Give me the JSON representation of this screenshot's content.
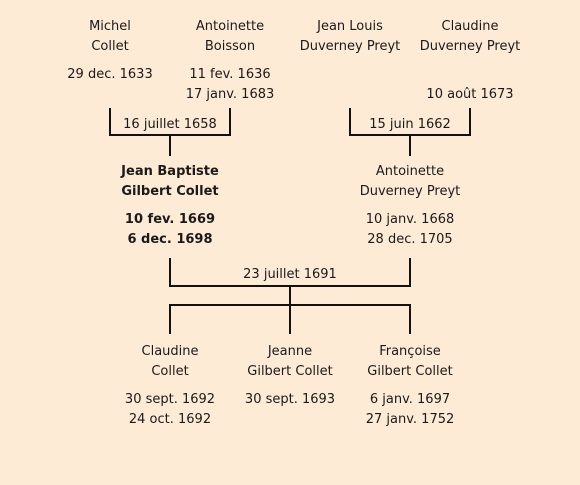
{
  "grandparents": [
    {
      "line1": "Michel",
      "line2": "Collet",
      "date1": "29 dec. 1633",
      "date2": ""
    },
    {
      "line1": "Antoinette",
      "line2": "Boisson",
      "date1": "11 fev. 1636",
      "date2": "17 janv. 1683"
    },
    {
      "line1": "Jean Louis",
      "line2": "Duverney Preyt",
      "date1": "",
      "date2": ""
    },
    {
      "line1": "Claudine",
      "line2": "Duverney Preyt",
      "date1": "",
      "date2": "10 août 1673"
    }
  ],
  "marriages": {
    "left": "16 juillet 1658",
    "right": "15 juin 1662",
    "center": "23 juillet 1691"
  },
  "parents": [
    {
      "line1": "Jean Baptiste",
      "line2": "Gilbert Collet",
      "date1": "10 fev. 1669",
      "date2": "6 dec. 1698"
    },
    {
      "line1": "Antoinette",
      "line2": "Duverney Preyt",
      "date1": "10 janv. 1668",
      "date2": "28 dec. 1705"
    }
  ],
  "children": [
    {
      "line1": "Claudine",
      "line2": "Collet",
      "date1": "30 sept. 1692",
      "date2": "24 oct. 1692"
    },
    {
      "line1": "Jeanne",
      "line2": "Gilbert Collet",
      "date1": "30 sept. 1693",
      "date2": ""
    },
    {
      "line1": "Françoise",
      "line2": "Gilbert Collet",
      "date1": "6 janv. 1697",
      "date2": "27 janv. 1752"
    }
  ]
}
